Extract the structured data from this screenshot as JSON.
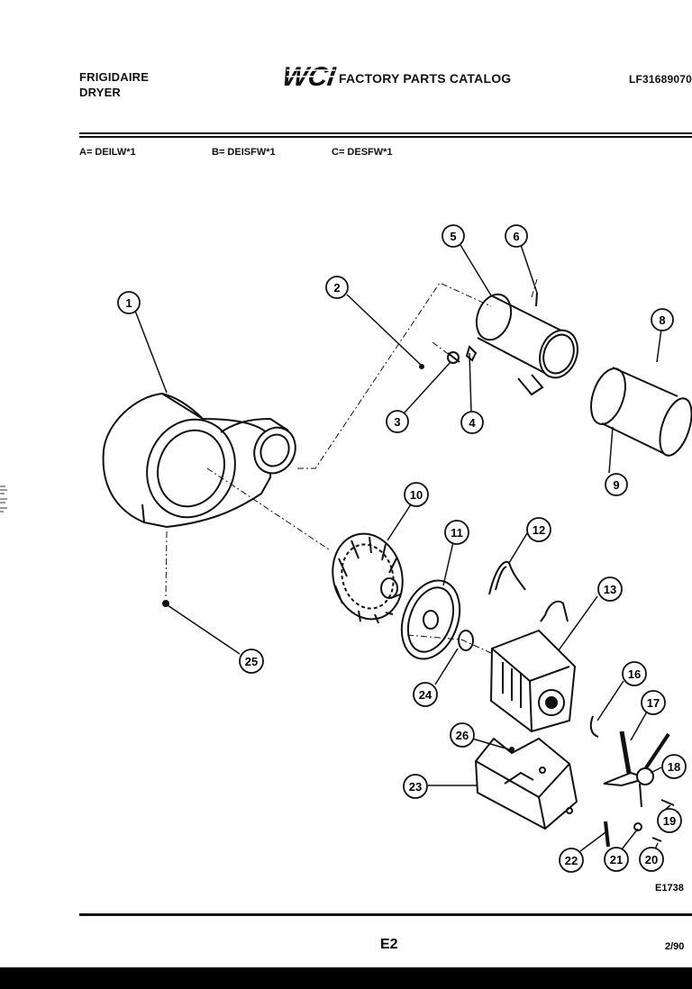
{
  "header": {
    "brand_line1": "FRIGIDAIRE",
    "brand_line2": "DRYER",
    "logo_text": "WCI",
    "catalog_title": "FACTORY PARTS CATALOG",
    "model_number": "LF31689070"
  },
  "variants": [
    {
      "label": "A= DEILW*1"
    },
    {
      "label": "B= DEISFW*1"
    },
    {
      "label": "C= DESFW*1"
    }
  ],
  "diagram": {
    "callouts": [
      "1",
      "2",
      "3",
      "4",
      "5",
      "6",
      "8",
      "9",
      "10",
      "11",
      "12",
      "13",
      "16",
      "17",
      "18",
      "19",
      "20",
      "21",
      "22",
      "23",
      "24",
      "25",
      "26"
    ],
    "figure_id": "E1738"
  },
  "footer": {
    "page_number": "E2",
    "date": "2/90"
  }
}
